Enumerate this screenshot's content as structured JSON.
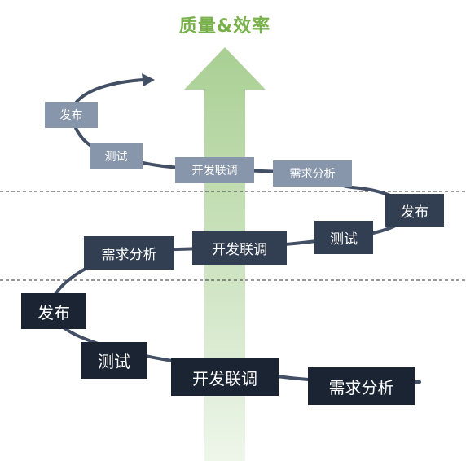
{
  "title": "质量&效率",
  "colors": {
    "title": "#78b04a",
    "arrow_top": "#a9cf93",
    "arrow_bottom": "#eef6ea",
    "path": "#434f64",
    "tier_small": "#8796ab",
    "tier_medium": "#323e51",
    "tier_large": "#1b2433"
  },
  "top_cycle": {
    "publish": "发布",
    "test": "测试",
    "integrate": "开发联调",
    "requirements": "需求分析"
  },
  "middle_cycle": {
    "publish": "发布",
    "test": "测试",
    "integrate": "开发联调",
    "requirements": "需求分析"
  },
  "bottom_cycle": {
    "publish": "发布",
    "test": "测试",
    "integrate": "开发联调",
    "requirements": "需求分析"
  }
}
